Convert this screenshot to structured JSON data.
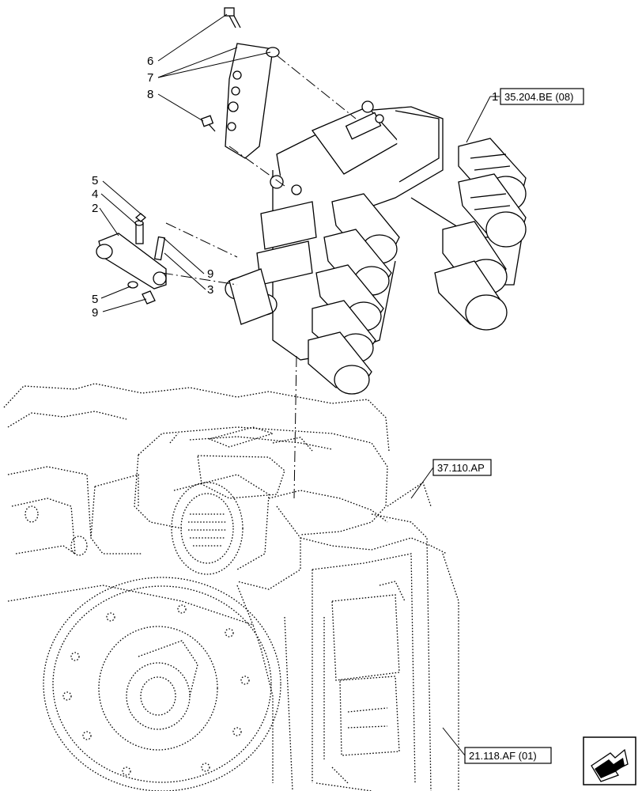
{
  "callouts": {
    "c6": "6",
    "c7": "7",
    "c8": "8",
    "c5a": "5",
    "c4": "4",
    "c2": "2",
    "c5b": "5",
    "c9a": "9",
    "c9b": "9",
    "c3": "3",
    "c1": "1"
  },
  "references": {
    "valve_ref": "35.204.BE (08)",
    "housing_ref": "37.110.AP",
    "transmission_ref": "21.118.AF (01)"
  },
  "nav_icon": "next-page-arrow-icon"
}
